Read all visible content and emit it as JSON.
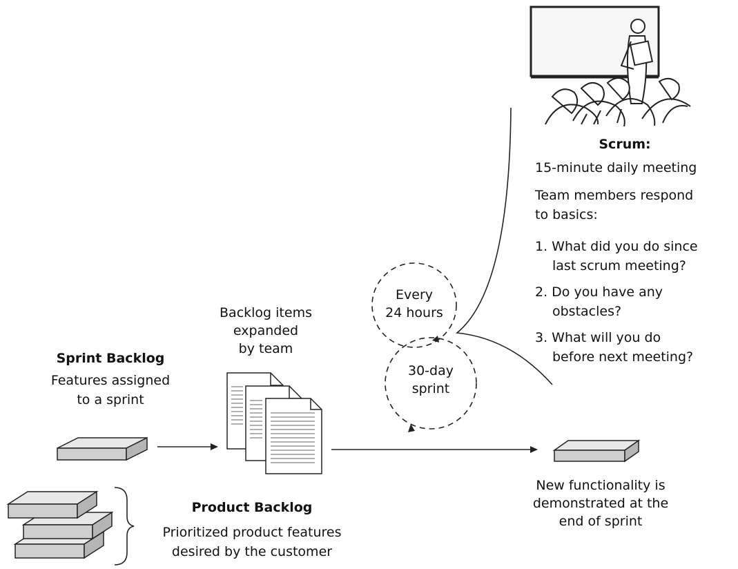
{
  "sprint_backlog": {
    "title": "Sprint Backlog",
    "line1": "Features assigned",
    "line2": "to a sprint"
  },
  "backlog_items": {
    "line1": "Backlog items",
    "line2": "expanded",
    "line3": "by team"
  },
  "cycle_daily": {
    "line1": "Every",
    "line2": "24 hours"
  },
  "cycle_sprint": {
    "line1": "30-day",
    "line2": "sprint"
  },
  "scrum": {
    "title": "Scrum:",
    "subtitle": "15-minute daily meeting",
    "intro_line1": "Team members respond",
    "intro_line2": "to basics:",
    "q1_line1": "1. What did you do since",
    "q1_line2": "last scrum meeting?",
    "q2_line1": "2. Do you have any",
    "q2_line2": "obstacles?",
    "q3_line1": "3. What will you do",
    "q3_line2": "before next meeting?"
  },
  "new_functionality": {
    "line1": "New functionality is",
    "line2": "demonstrated at the",
    "line3": "end of sprint"
  },
  "product_backlog": {
    "title": "Product Backlog",
    "line1": "Prioritized product features",
    "line2": "desired by the customer"
  }
}
